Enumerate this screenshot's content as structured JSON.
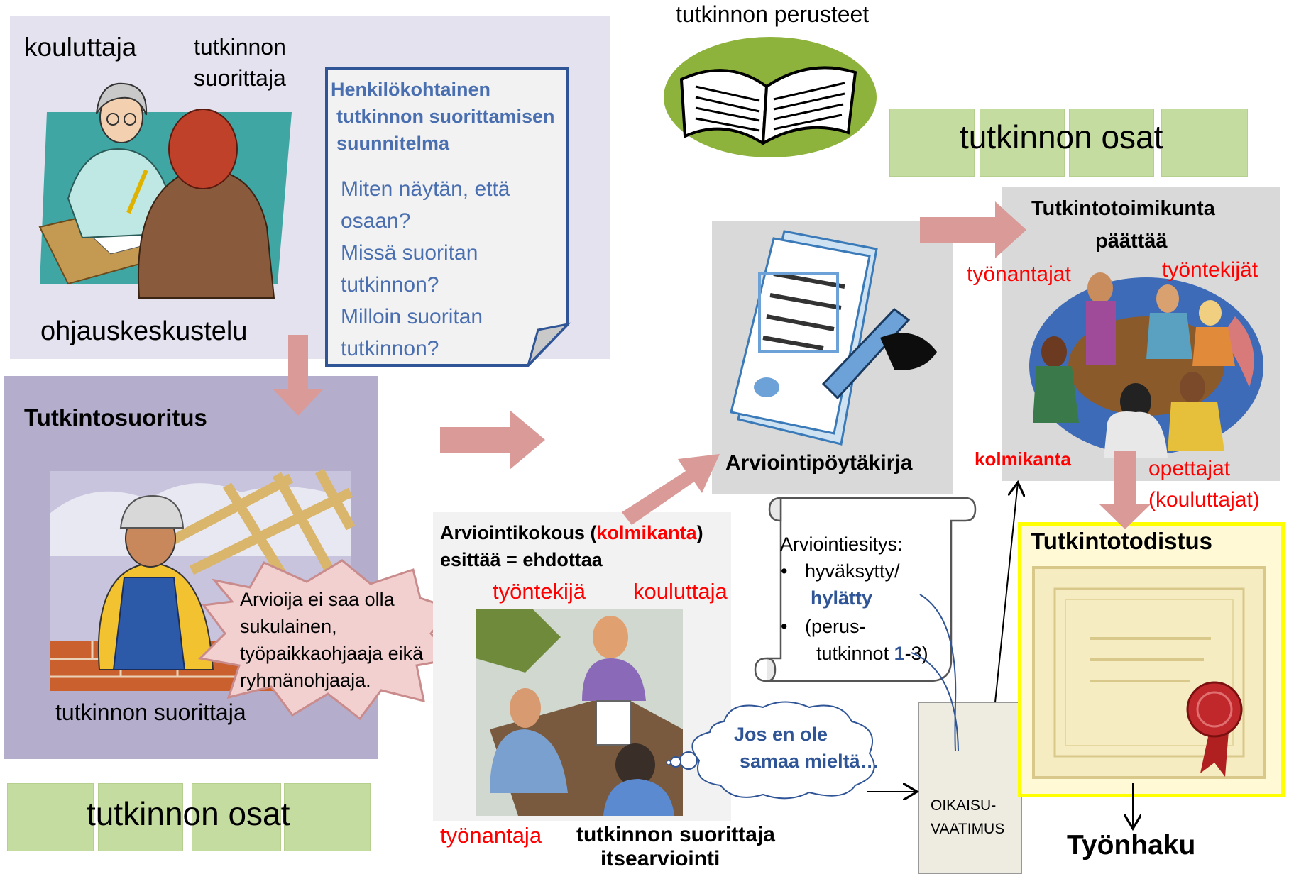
{
  "top_left": {
    "trainer_label": "kouluttaja",
    "candidate_label_line1": "tutkinnon",
    "candidate_label_line2": "suorittaja",
    "discussion_label": "ohjauskeskustelu"
  },
  "plan_doc": {
    "title_line1": "Henkilökohtainen",
    "title_line2": "tutkinnon suorittamisen",
    "title_line3": "suunnitelma",
    "q1": "Miten näytän, että osaan?",
    "q2": "Missä suoritan tutkinnon?",
    "q3": "Milloin suoritan tutkinnon?"
  },
  "perusteet": {
    "label": "tutkinnon perusteet"
  },
  "osat_top": {
    "label": "tutkinnon osat"
  },
  "osat_bottom": {
    "label": "tutkinnon osat"
  },
  "suoritus": {
    "title": "Tutkintosuoritus",
    "candidate_label": "tutkinnon suorittaja",
    "callout": "Arvioija ei saa olla sukulainen, työpaikkaohjaaja eikä ryhmänohjaaja."
  },
  "arviointikokous": {
    "title_prefix": "Arviointikokous (",
    "title_red": "kolmikanta",
    "title_suffix": ")",
    "subtitle": "esittää = ehdottaa",
    "employee": "työntekijä",
    "trainer": "kouluttaja",
    "employer": "työnantaja",
    "candidate": "tutkinnon suorittaja",
    "self_assessment": "itsearviointi"
  },
  "thought": {
    "line1": "Jos en ole",
    "line2": "samaa mieltä…"
  },
  "poytakirja": {
    "label": "Arviointipöytäkirja"
  },
  "esitys": {
    "title": "Arviointiesitys:",
    "bullet1_a": "hyväksytty/",
    "bullet1_b": "hylätty",
    "bullet2_a": "(perus-",
    "bullet2_b": "tutkinnot ",
    "bullet2_num": "1",
    "bullet2_c": "-3)"
  },
  "oikaisu": {
    "line1": "OIKAISU-",
    "line2": "VAATIMUS"
  },
  "toimikunta": {
    "title_line1": "Tutkintotoimikunta",
    "title_line2": "päättää",
    "employers": "työnantajat",
    "employees": "työntekijät",
    "kolmikanta": "kolmikanta",
    "teachers_line1": "opettajat",
    "teachers_line2": "(kouluttajat)"
  },
  "todistus": {
    "label": "Tutkintotodistus"
  },
  "tyonhaku": {
    "label": "Työnhaku"
  },
  "colors": {
    "arrow_pink": "#da9a98",
    "green": "#c5dca0",
    "lavender": "#e3e2ee",
    "purple_panel": "#b4adcb",
    "grey_panel": "#d9d9d9",
    "red_text": "#ff0000",
    "blue_text": "#2f5597",
    "cert_yellow_border": "#ffff00"
  }
}
